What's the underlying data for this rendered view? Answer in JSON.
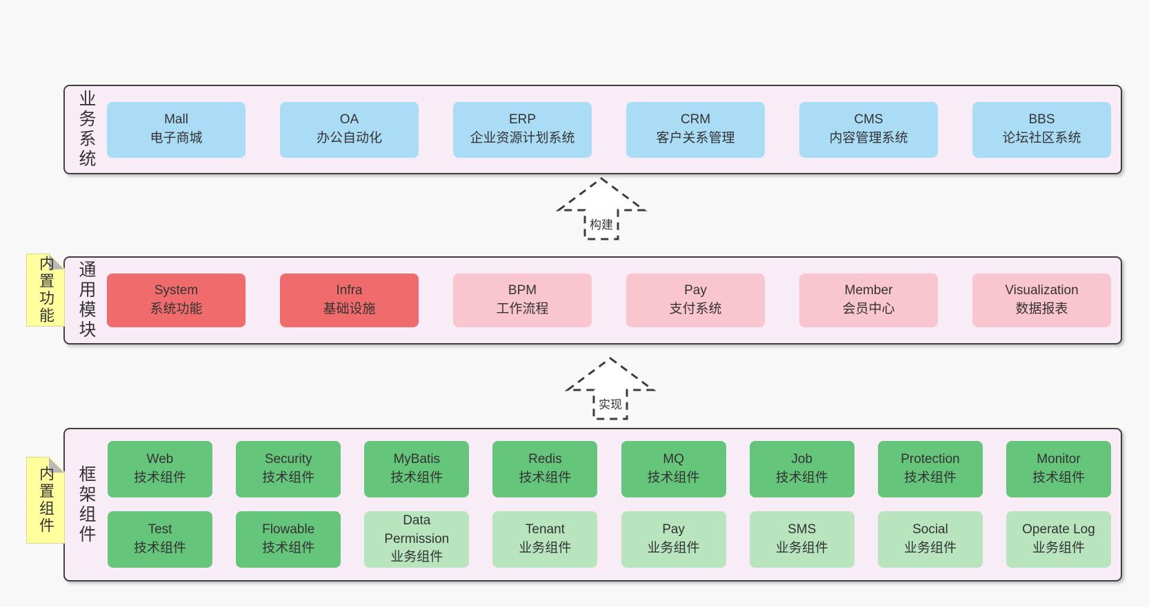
{
  "palette": {
    "page_bg": "#f8f8f8",
    "panel_bg": "#f8edf6",
    "panel_border": "#3f3f3f",
    "box_blue": "#abdcf5",
    "box_red": "#f06b6b",
    "box_pink": "#f9c5ce",
    "box_green": "#65c57b",
    "box_light_green": "#b8e4be",
    "note_yellow": "#ffff9e",
    "fold_gray": "#b9b9b9",
    "text": "#333333"
  },
  "layers": [
    {
      "side_label": "业务系统",
      "boxes": [
        {
          "en": "Mall",
          "zh": "电子商城",
          "variant": "blue"
        },
        {
          "en": "OA",
          "zh": "办公自动化",
          "variant": "blue"
        },
        {
          "en": "ERP",
          "zh": "企业资源计划系统",
          "variant": "blue"
        },
        {
          "en": "CRM",
          "zh": "客户关系管理",
          "variant": "blue"
        },
        {
          "en": "CMS",
          "zh": "内容管理系统",
          "variant": "blue"
        },
        {
          "en": "BBS",
          "zh": "论坛社区系统",
          "variant": "blue"
        }
      ]
    },
    {
      "side_label": "通用模块",
      "note": "内置功能",
      "boxes": [
        {
          "en": "System",
          "zh": "系统功能",
          "variant": "red"
        },
        {
          "en": "Infra",
          "zh": "基础设施",
          "variant": "red"
        },
        {
          "en": "BPM",
          "zh": "工作流程",
          "variant": "pink"
        },
        {
          "en": "Pay",
          "zh": "支付系统",
          "variant": "pink"
        },
        {
          "en": "Member",
          "zh": "会员中心",
          "variant": "pink"
        },
        {
          "en": "Visualization",
          "zh": "数据报表",
          "variant": "pink"
        }
      ]
    },
    {
      "side_label": "框架组件",
      "note": "内置组件",
      "rows": [
        [
          {
            "en": "Web",
            "zh": "技术组件",
            "variant": "green"
          },
          {
            "en": "Security",
            "zh": "技术组件",
            "variant": "green"
          },
          {
            "en": "MyBatis",
            "zh": "技术组件",
            "variant": "green"
          },
          {
            "en": "Redis",
            "zh": "技术组件",
            "variant": "green"
          },
          {
            "en": "MQ",
            "zh": "技术组件",
            "variant": "green"
          },
          {
            "en": "Job",
            "zh": "技术组件",
            "variant": "green"
          },
          {
            "en": "Protection",
            "zh": "技术组件",
            "variant": "green"
          },
          {
            "en": "Monitor",
            "zh": "技术组件",
            "variant": "green"
          }
        ],
        [
          {
            "en": "Test",
            "zh": "技术组件",
            "variant": "green"
          },
          {
            "en": "Flowable",
            "zh": "技术组件",
            "variant": "green"
          },
          {
            "en": "Data Permission",
            "zh": "业务组件",
            "variant": "lightgreen"
          },
          {
            "en": "Tenant",
            "zh": "业务组件",
            "variant": "lightgreen"
          },
          {
            "en": "Pay",
            "zh": "业务组件",
            "variant": "lightgreen"
          },
          {
            "en": "SMS",
            "zh": "业务组件",
            "variant": "lightgreen"
          },
          {
            "en": "Social",
            "zh": "业务组件",
            "variant": "lightgreen"
          },
          {
            "en": "Operate Log",
            "zh": "业务组件",
            "variant": "lightgreen"
          }
        ]
      ]
    }
  ],
  "arrows": [
    {
      "label": "构建"
    },
    {
      "label": "实现"
    }
  ]
}
